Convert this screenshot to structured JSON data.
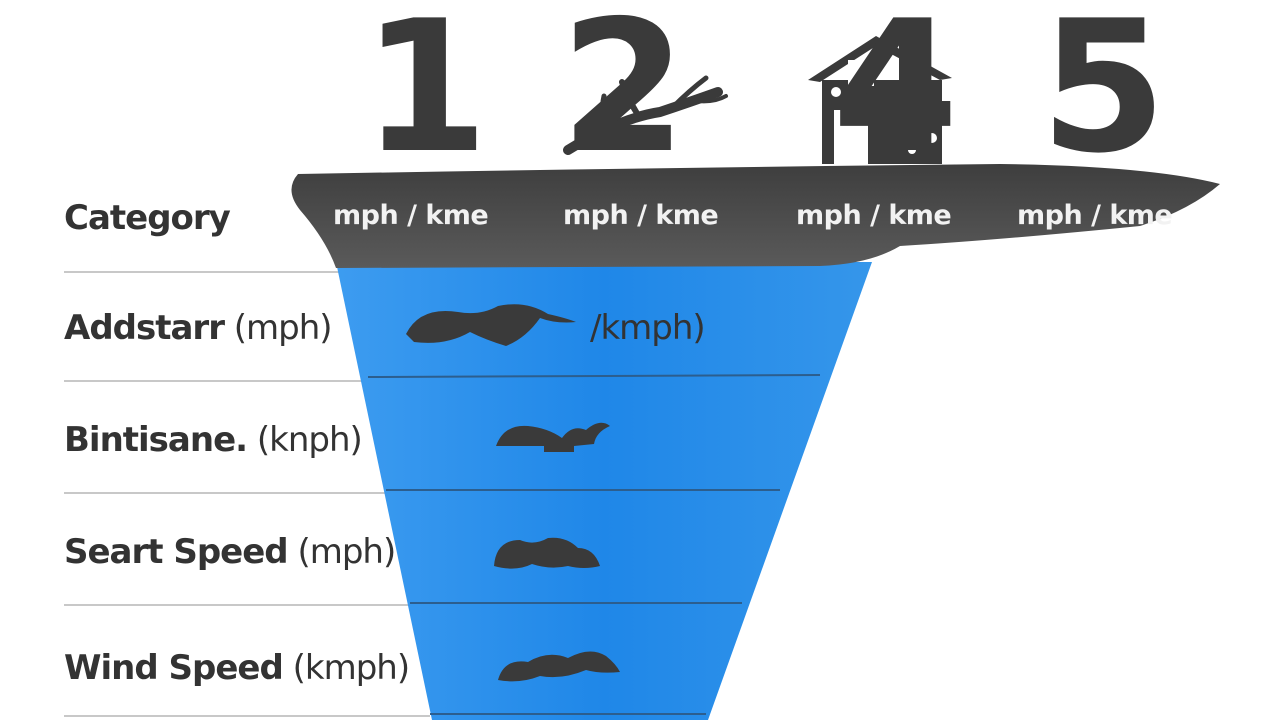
{
  "categories": {
    "numbers": [
      "1",
      "2",
      "4",
      "5"
    ],
    "units": [
      "mph / kme",
      "mph / kme",
      "mph / kme",
      "mph / kme"
    ]
  },
  "rows": {
    "header": "Category",
    "label_1": {
      "name": "Addstarr",
      "unit": "(mph)"
    },
    "label_2": {
      "name": "Bintisane.",
      "unit": "(knph)"
    },
    "label_3": {
      "name": "Seart Speed",
      "unit": "(mph)"
    },
    "label_4": {
      "name": "Wind Speed",
      "unit": "(kmph)"
    },
    "row_1_value": "/kmph)"
  },
  "colors": {
    "funnel_blue": "#2f8fe6",
    "ground_dark": "#4a4a4a",
    "text_dark": "#333333"
  },
  "icons": [
    "fallen-tree-icon",
    "damaged-house-icon"
  ]
}
